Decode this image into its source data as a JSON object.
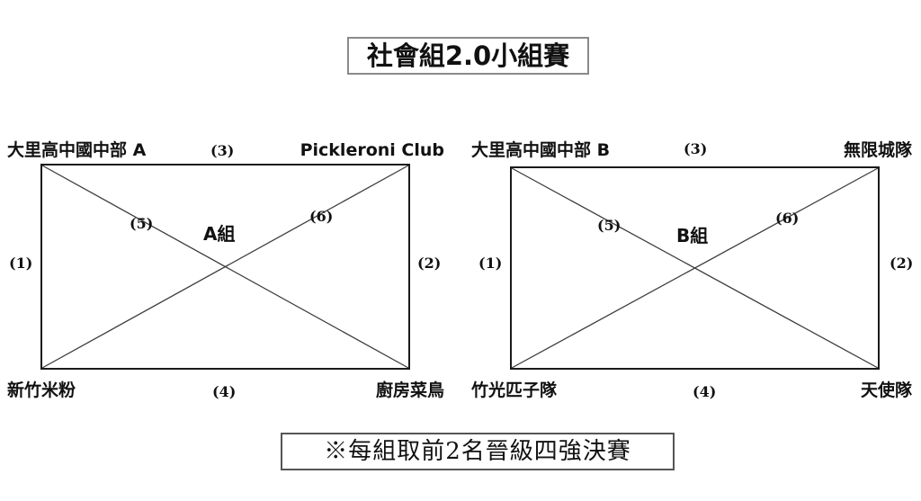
{
  "title": {
    "text": "社會組2.0小組賽"
  },
  "groups": [
    {
      "id": "A",
      "name": "A組",
      "teams": {
        "top_left": "大里高中國中部 A",
        "top_right": "Pickleroni Club",
        "bottom_left": "新竹米粉",
        "bottom_right": "廚房菜鳥"
      },
      "markers": {
        "top": "(3)",
        "bottom": "(4)",
        "left": "(1)",
        "right": "(2)",
        "diagonal_left": "(5)",
        "diagonal_right": "(6)"
      }
    },
    {
      "id": "B",
      "name": "B組",
      "teams": {
        "top_left": "大里高中國中部 B",
        "top_right": "無限城隊",
        "bottom_left": "竹光匹子隊",
        "bottom_right": "天使隊"
      },
      "markers": {
        "top": "(3)",
        "bottom": "(4)",
        "left": "(1)",
        "right": "(2)",
        "diagonal_left": "(5)",
        "diagonal_right": "(6)"
      }
    }
  ],
  "note": {
    "text": "※每組取前2名晉級四強決賽"
  },
  "colors": {
    "line": "#1a1a1a",
    "diagonal": "#3b3b3b",
    "title_border": "#8a8a8a",
    "note_border": "#555555",
    "text": "#111111",
    "background": "#ffffff"
  }
}
